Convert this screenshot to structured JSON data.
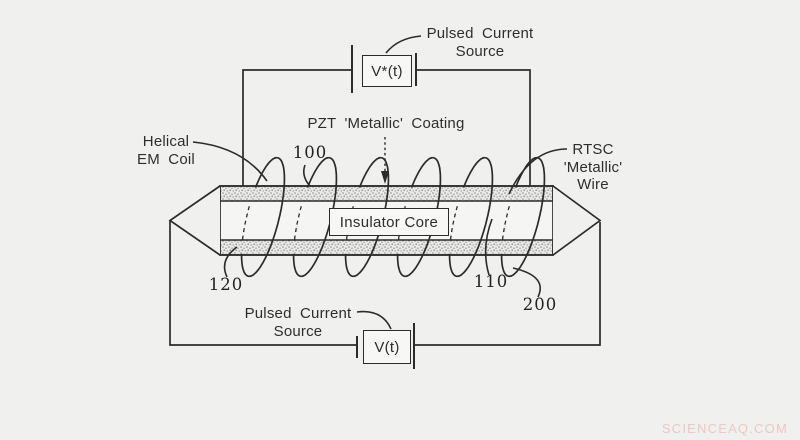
{
  "figure": {
    "top_source": {
      "label_line1": "Pulsed Current",
      "label_line2": "Source",
      "box_label": "V*(t)"
    },
    "bottom_source": {
      "label_line1": "Pulsed Current",
      "label_line2": "Source",
      "box_label": "V(t)"
    },
    "labels": {
      "helical_line1": "Helical",
      "helical_line2": "EM Coil",
      "pzt_coating": "PZT 'Metallic' Coating",
      "rtsc_line1": "RTSC",
      "rtsc_line2": "'Metallic'",
      "rtsc_line3": "Wire",
      "insulator_core": "Insulator Core"
    },
    "refs": {
      "r100": "100",
      "r110": "110",
      "r120": "120",
      "r200": "200"
    },
    "watermark": "SCIENCEAQ.COM",
    "colors": {
      "line": "#2b2b2b",
      "background": "#f0f0ef",
      "watermark_color": "#edc8c4"
    }
  }
}
